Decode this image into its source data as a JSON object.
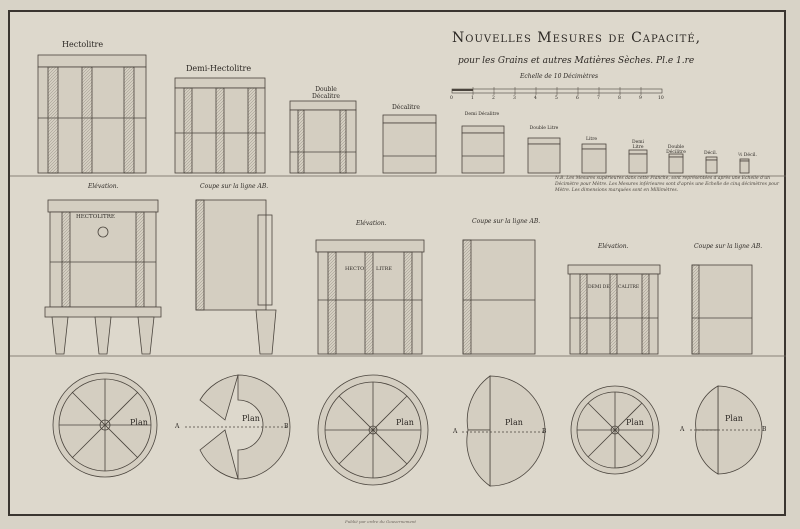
{
  "sheet": {
    "title": "Nouvelles Mesures de Capacité,",
    "subtitle": "pour les Grains et autres Matières Sèches. Pl.e 1.re",
    "scale_label": "Echelle de 10 Décimètres",
    "scale_ticks": [
      "0",
      "1",
      "2",
      "3",
      "4",
      "5",
      "6",
      "7",
      "8",
      "9",
      "10"
    ],
    "footer": "Publié par ordre du Gouvernement",
    "note": "N.B. Les Mesures supérieures dans cette Planche, sont représentées d'après une Echelle d'un Décimètre pour Mètre. Les Mesures inférieures sont d'après une Echelle de cinq décimètres pour Mètre. Les dimensions marquées sont en Millimètres."
  },
  "top_row": {
    "labels": [
      {
        "text": "Hectolitre"
      },
      {
        "text": "Demi-Hectolitre"
      },
      {
        "text": "Double Décalitre"
      },
      {
        "text": "Décalitre"
      },
      {
        "text": "Demi Décalitre"
      },
      {
        "text": "Double Litre"
      },
      {
        "text": "Litre"
      },
      {
        "text": "Demi Litre"
      },
      {
        "text": "Double Décilitre"
      },
      {
        "text": "Décil."
      },
      {
        "text": "½ Décil."
      }
    ]
  },
  "middle_row": {
    "elevation_label": "Elévation.",
    "section_label": "Coupe sur la ligne AB.",
    "plaque_1": "HECTOLITRE",
    "plaque_2_a": "HECTO",
    "plaque_2_b": "LITRE",
    "plaque_3_a": "DEMI DE",
    "plaque_3_b": "CALITRE"
  },
  "bottom_row": {
    "plan_label": "Plan",
    "letter_a": "A",
    "letter_b": "B"
  }
}
